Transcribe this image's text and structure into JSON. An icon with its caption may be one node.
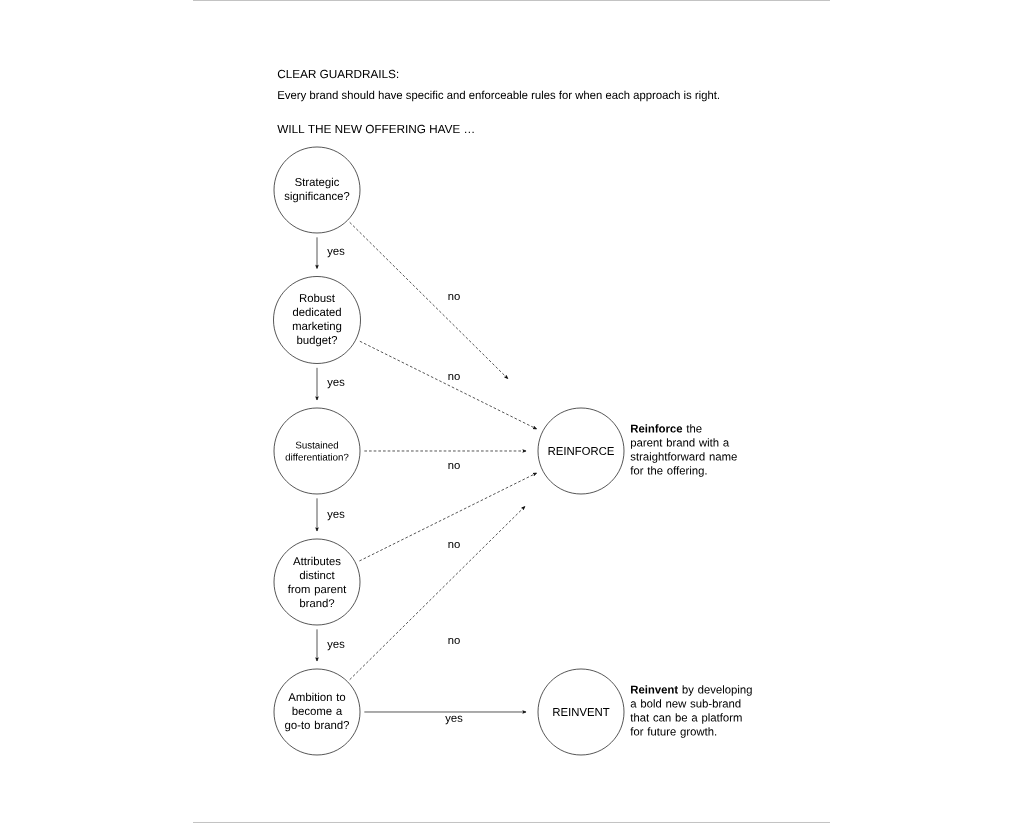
{
  "diagram": {
    "title": "CLEAR GUARDRAILS:",
    "nodes": [
      {
        "text": [
          "Strategic significance?"
        ]
      },
      {
        "text": [
          "Robust dedicated marketing budget?"
        ]
      },
      {
        "text": [
          "Sustained differentiation?"
        ]
      },
      {
        "text": [
          "Attributes distinct from parent brand?"
        ]
      },
      {
        "text": [
          "Ambition to become a go-to brand?"
        ]
      },
      {
        "text": [
          "REINFORCE"
        ],
        "beside": [
          "**Reinforce** the parent brand with a straightforward name for the offering."
        ]
      },
      {
        "text": [
          "REINVENT"
        ],
        "beside": [
          "**Reinvent** by developing a bold new sub-brand that can be a platform for future growth."
        ]
      }
    ],
    "edges": [
      {
        "from": 0,
        "to": 1,
        "arrow": "to",
        "label": "yes"
      },
      {
        "from": 1,
        "to": 2,
        "arrow": "to",
        "label": "yes"
      },
      {
        "from": 2,
        "to": 3,
        "arrow": "to",
        "label": "yes"
      },
      {
        "from": 3,
        "to": 4,
        "arrow": "to",
        "label": "yes"
      },
      {
        "from": 0,
        "to": 5,
        "arrow": "to",
        "label": "no",
        "style": "dashed"
      },
      {
        "from": 1,
        "to": 5,
        "arrow": "to",
        "label": "no",
        "style": "dashed"
      },
      {
        "from": 2,
        "to": 5,
        "arrow": "to",
        "label": "no",
        "style": "dashed"
      },
      {
        "from": 3,
        "to": 5,
        "arrow": "to",
        "label": "no",
        "style": "dashed"
      },
      {
        "from": 4,
        "to": 5,
        "arrow": "to",
        "label": "no",
        "style": "dashed"
      },
      {
        "from": 4,
        "to": 6,
        "arrow": "to",
        "label": "yes"
      }
    ],
    "labels": [
      "Every brand should have specific and enforceable rules for when each approach is right.",
      "WILL THE NEW OFFERING HAVE …"
    ]
  }
}
